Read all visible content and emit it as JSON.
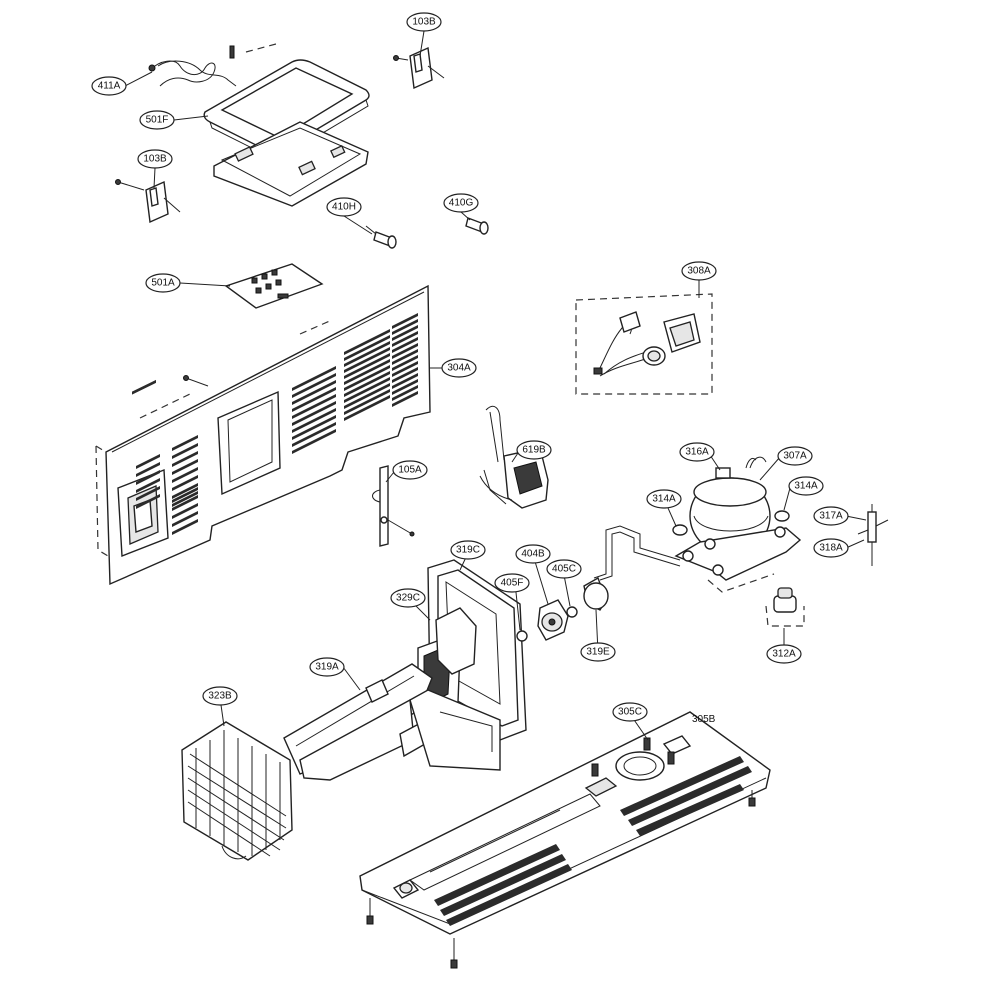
{
  "callouts": [
    {
      "id": "411A",
      "label": "411A"
    },
    {
      "id": "103B-top",
      "label": "103B"
    },
    {
      "id": "501F",
      "label": "501F"
    },
    {
      "id": "103B-left",
      "label": "103B"
    },
    {
      "id": "410H",
      "label": "410H"
    },
    {
      "id": "410G",
      "label": "410G"
    },
    {
      "id": "501A",
      "label": "501A"
    },
    {
      "id": "308A",
      "label": "308A"
    },
    {
      "id": "304A",
      "label": "304A"
    },
    {
      "id": "619B",
      "label": "619B"
    },
    {
      "id": "105A",
      "label": "105A"
    },
    {
      "id": "316A",
      "label": "316A"
    },
    {
      "id": "307A",
      "label": "307A"
    },
    {
      "id": "314A-left",
      "label": "314A"
    },
    {
      "id": "314A-right",
      "label": "314A"
    },
    {
      "id": "317A",
      "label": "317A"
    },
    {
      "id": "318A",
      "label": "318A"
    },
    {
      "id": "319C",
      "label": "319C"
    },
    {
      "id": "404B",
      "label": "404B"
    },
    {
      "id": "405C",
      "label": "405C"
    },
    {
      "id": "405F",
      "label": "405F"
    },
    {
      "id": "329C",
      "label": "329C"
    },
    {
      "id": "319E",
      "label": "319E"
    },
    {
      "id": "312A",
      "label": "312A"
    },
    {
      "id": "319A",
      "label": "319A"
    },
    {
      "id": "323B",
      "label": "323B"
    },
    {
      "id": "305C",
      "label": "305C"
    }
  ],
  "plain_labels": {
    "305B": "305B"
  },
  "colors": {
    "line": "#222222",
    "background": "#ffffff"
  }
}
